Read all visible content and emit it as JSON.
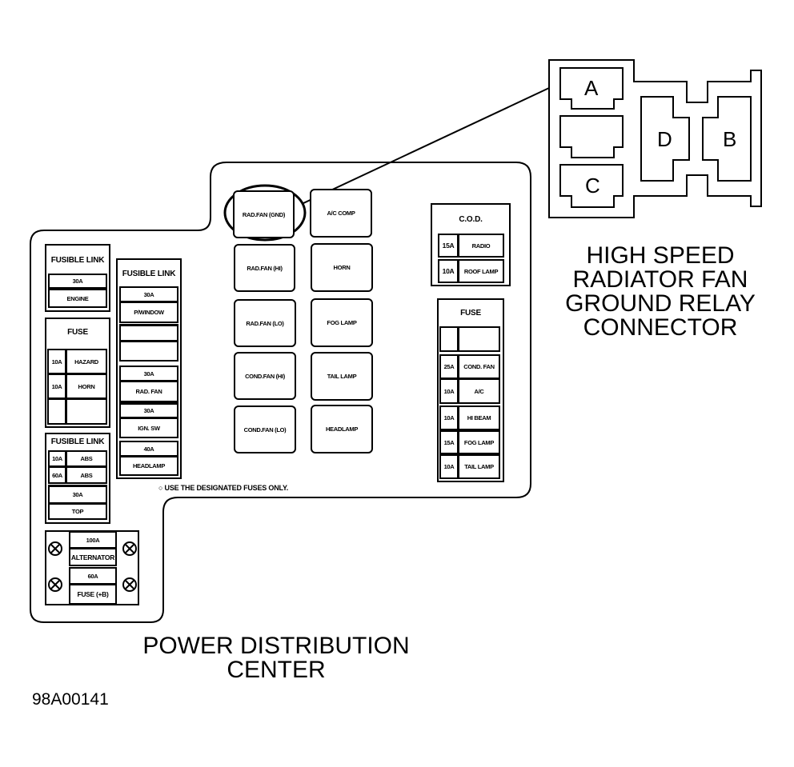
{
  "connector": {
    "title_lines": [
      "HIGH SPEED",
      "RADIATOR FAN",
      "GROUND RELAY",
      "CONNECTOR"
    ],
    "pins": {
      "a": "A",
      "b": "B",
      "c": "C",
      "d": "D"
    }
  },
  "pdc": {
    "title_lines": [
      "POWER DISTRIBUTION",
      "CENTER"
    ],
    "figure_id": "98A00141",
    "note": "○ USE THE DESIGNATED FUSES ONLY.",
    "left_col": {
      "fusible_link_top": {
        "header": "FUSIBLE LINK",
        "amp": "30A",
        "label": "ENGINE"
      },
      "fuse_block": {
        "header": "FUSE",
        "rows": [
          {
            "amp": "10A",
            "label": "HAZARD"
          },
          {
            "amp": "10A",
            "label": "HORN"
          },
          {
            "amp": "",
            "label": ""
          }
        ]
      },
      "fusible_link_bottom": {
        "header": "FUSIBLE LINK",
        "rows": [
          {
            "amp": "10A",
            "label": "ABS"
          },
          {
            "amp": "60A",
            "label": "ABS"
          }
        ],
        "main": {
          "amp": "30A",
          "label": "TOP"
        }
      },
      "main_fuses": [
        {
          "amp": "100A",
          "label": "ALTERNATOR"
        },
        {
          "amp": "60A",
          "label": "FUSE (+B)"
        }
      ]
    },
    "mid_col": {
      "header": "FUSIBLE LINK",
      "links": [
        {
          "amp": "30A",
          "label": "P/WINDOW"
        },
        {
          "amp": "",
          "label": ""
        },
        {
          "amp": "30A",
          "label": "RAD. FAN"
        },
        {
          "amp": "30A",
          "label": "IGN. SW"
        },
        {
          "amp": "40A",
          "label": "HEADLAMP"
        }
      ]
    },
    "relays": [
      {
        "label": "RAD.FAN (GND)",
        "highlighted": true
      },
      {
        "label": "A/C COMP",
        "highlighted": false
      },
      {
        "label": "RAD.FAN (HI)",
        "highlighted": false
      },
      {
        "label": "HORN",
        "highlighted": false
      },
      {
        "label": "RAD.FAN (LO)",
        "highlighted": false
      },
      {
        "label": "FOG LAMP",
        "highlighted": false
      },
      {
        "label": "COND.FAN (HI)",
        "highlighted": false
      },
      {
        "label": "TAIL LAMP",
        "highlighted": false
      },
      {
        "label": "COND.FAN (LO)",
        "highlighted": false
      },
      {
        "label": "HEADLAMP",
        "highlighted": false
      }
    ],
    "cod": {
      "header": "C.O.D.",
      "rows": [
        {
          "amp": "15A",
          "label": "RADIO"
        },
        {
          "amp": "10A",
          "label": "ROOF LAMP"
        }
      ]
    },
    "right_fuse": {
      "header": "FUSE",
      "rows": [
        {
          "amp": "",
          "label": ""
        },
        {
          "amp": "25A",
          "label": "COND. FAN"
        },
        {
          "amp": "10A",
          "label": "A/C"
        },
        {
          "amp": "10A",
          "label": "HI BEAM"
        },
        {
          "amp": "15A",
          "label": "FOG LAMP"
        },
        {
          "amp": "10A",
          "label": "TAIL LAMP"
        }
      ]
    }
  }
}
